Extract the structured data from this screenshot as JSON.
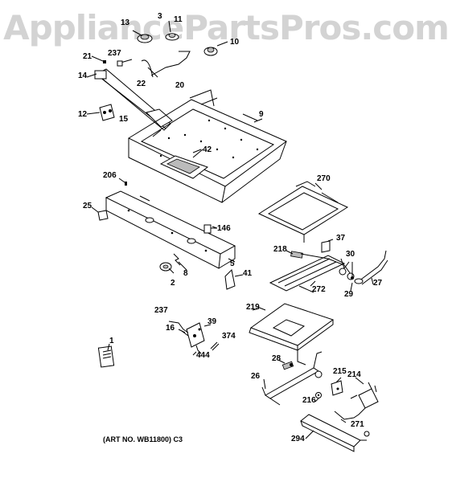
{
  "watermark": "AppliancePartsPros.com",
  "art_number": "(ART NO. WB11800) C3",
  "callouts": {
    "c3": "3",
    "c11": "11",
    "c13": "13",
    "c10": "10",
    "c237a": "237",
    "c21": "21",
    "c14": "14",
    "c22": "22",
    "c20": "20",
    "c9": "9",
    "c12": "12",
    "c15": "15",
    "c42": "42",
    "c206": "206",
    "c270": "270",
    "c25": "25",
    "c146": "146",
    "c37": "37",
    "c218": "218",
    "c30": "30",
    "c5": "5",
    "c8": "8",
    "c2": "2",
    "c41": "41",
    "c272": "272",
    "c29": "29",
    "c27": "27",
    "c237b": "237",
    "c39": "39",
    "c219": "219",
    "c16": "16",
    "c374": "374",
    "c444": "444",
    "c1": "1",
    "c28": "28",
    "c26": "26",
    "c215": "215",
    "c214": "214",
    "c216": "216",
    "c271": "271",
    "c294": "294"
  }
}
